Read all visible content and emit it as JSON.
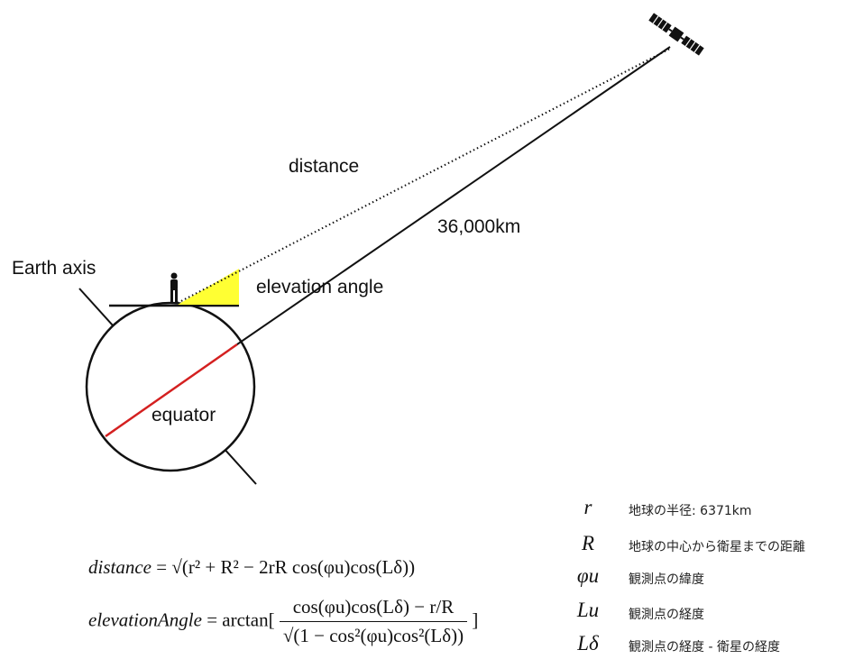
{
  "labels": {
    "distance": "distance",
    "range": "36,000km",
    "earth_axis": "Earth axis",
    "elevation_angle": "elevation angle",
    "equator": "equator"
  },
  "formulas": {
    "distance": {
      "lhs": "distance",
      "rhs": "= √(r² + R² − 2rR cos(φu)cos(Lδ))"
    },
    "elevation": {
      "lhs": "elevationAngle",
      "rhs_prefix": "= arctan[",
      "numerator": "cos(φu)cos(Lδ) − r/R",
      "denominator": "√(1 − cos²(φu)cos²(Lδ))",
      "rhs_suffix": "]"
    }
  },
  "legend": [
    {
      "symbol": "r",
      "desc": "地球の半径: 6371km"
    },
    {
      "symbol": "R",
      "desc": "地球の中心から衛星までの距離"
    },
    {
      "symbol": "φu",
      "desc": "観測点の緯度"
    },
    {
      "symbol": "Lu",
      "desc": "観測点の経度"
    },
    {
      "symbol": "Lδ",
      "desc": "観測点の経度 - 衛星の経度"
    }
  ],
  "colors": {
    "equator": "#d42020",
    "elevation_wedge": "#ffff33",
    "line": "#111111"
  },
  "icons": [
    "satellite-icon",
    "person-icon"
  ]
}
